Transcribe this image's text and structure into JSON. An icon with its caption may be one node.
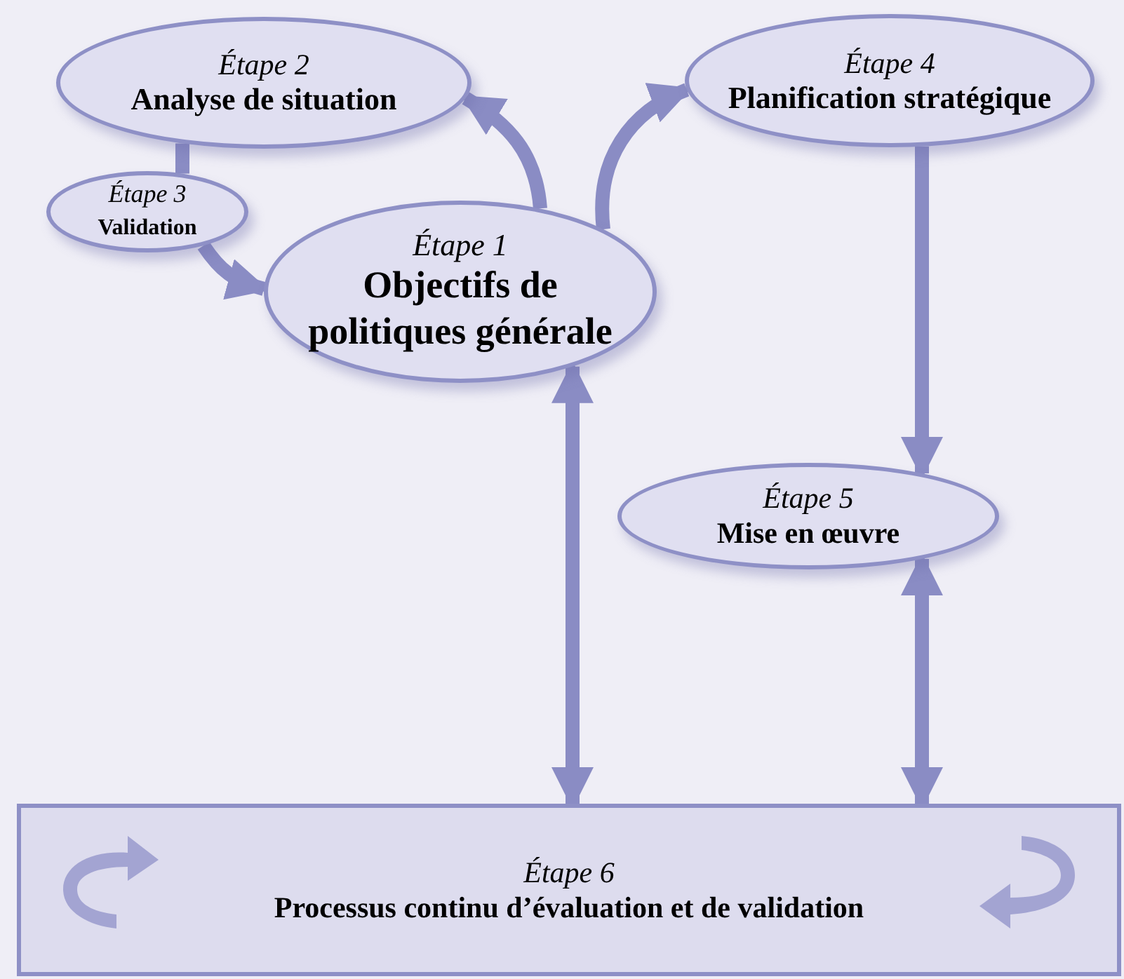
{
  "diagram": {
    "nodes": [
      {
        "text": [
          "Étape 2",
          "Analyse de situation"
        ]
      },
      {
        "text": [
          "Étape 4",
          "Planification stratégique"
        ]
      },
      {
        "text": [
          "Étape 3",
          "Validation"
        ]
      },
      {
        "text": [
          "Étape 1",
          "Objectifs de politiques générale"
        ]
      },
      {
        "text": [
          "Étape 5",
          "Mise en œuvre"
        ]
      },
      {
        "text": [
          "Étape 6",
          "Processus continu d’évaluation et de validation"
        ]
      }
    ],
    "edges": [
      {
        "from": 3,
        "to": 0,
        "arrow": "to"
      },
      {
        "from": 3,
        "to": 1,
        "arrow": "to"
      },
      {
        "from": 0,
        "to": 2,
        "arrow": "none"
      },
      {
        "from": 2,
        "to": 3,
        "arrow": "to"
      },
      {
        "from": 1,
        "to": 4,
        "arrow": "to"
      },
      {
        "from": 3,
        "to": 5,
        "arrow": "both"
      },
      {
        "from": 4,
        "to": 5,
        "arrow": "both"
      }
    ]
  }
}
